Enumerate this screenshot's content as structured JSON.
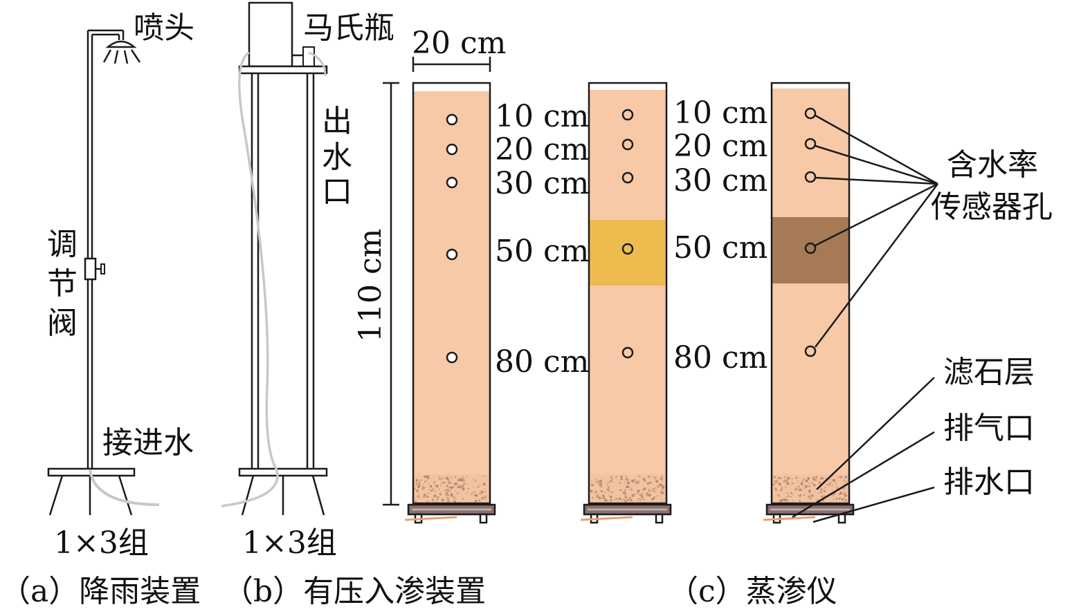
{
  "device_a": {
    "nozzle_label": "喷头",
    "valve_label": "调节阀",
    "inlet_label": "接进水",
    "group_label": "1×3组",
    "caption": "（a）降雨装置"
  },
  "device_b": {
    "mariotte_label": "马氏瓶",
    "outlet_label": "出水口",
    "group_label": "1×3组",
    "caption": "（b）有压入渗装置"
  },
  "device_c": {
    "caption": "（c）蒸渗仪"
  },
  "dimensions": {
    "width_label": "20 cm",
    "height_label": "110 cm"
  },
  "depth_labels": [
    "10 cm",
    "20 cm",
    "30 cm",
    "50 cm",
    "80 cm"
  ],
  "callouts": {
    "sensor_hole": "含水率传感器孔",
    "sensor_hole_line1": "含水率",
    "sensor_hole_line2": "传感器孔",
    "filter_layer": "滤石层",
    "air_vent": "排气口",
    "drain_outlet": "排水口"
  },
  "colors": {
    "soil": "#f7c9a6",
    "layer_yellow": "#eebb4f",
    "layer_brown": "#a67a55",
    "gravel": "#c9a48a",
    "frame": "#1a1a1a",
    "hose": "#c8c8c8"
  }
}
